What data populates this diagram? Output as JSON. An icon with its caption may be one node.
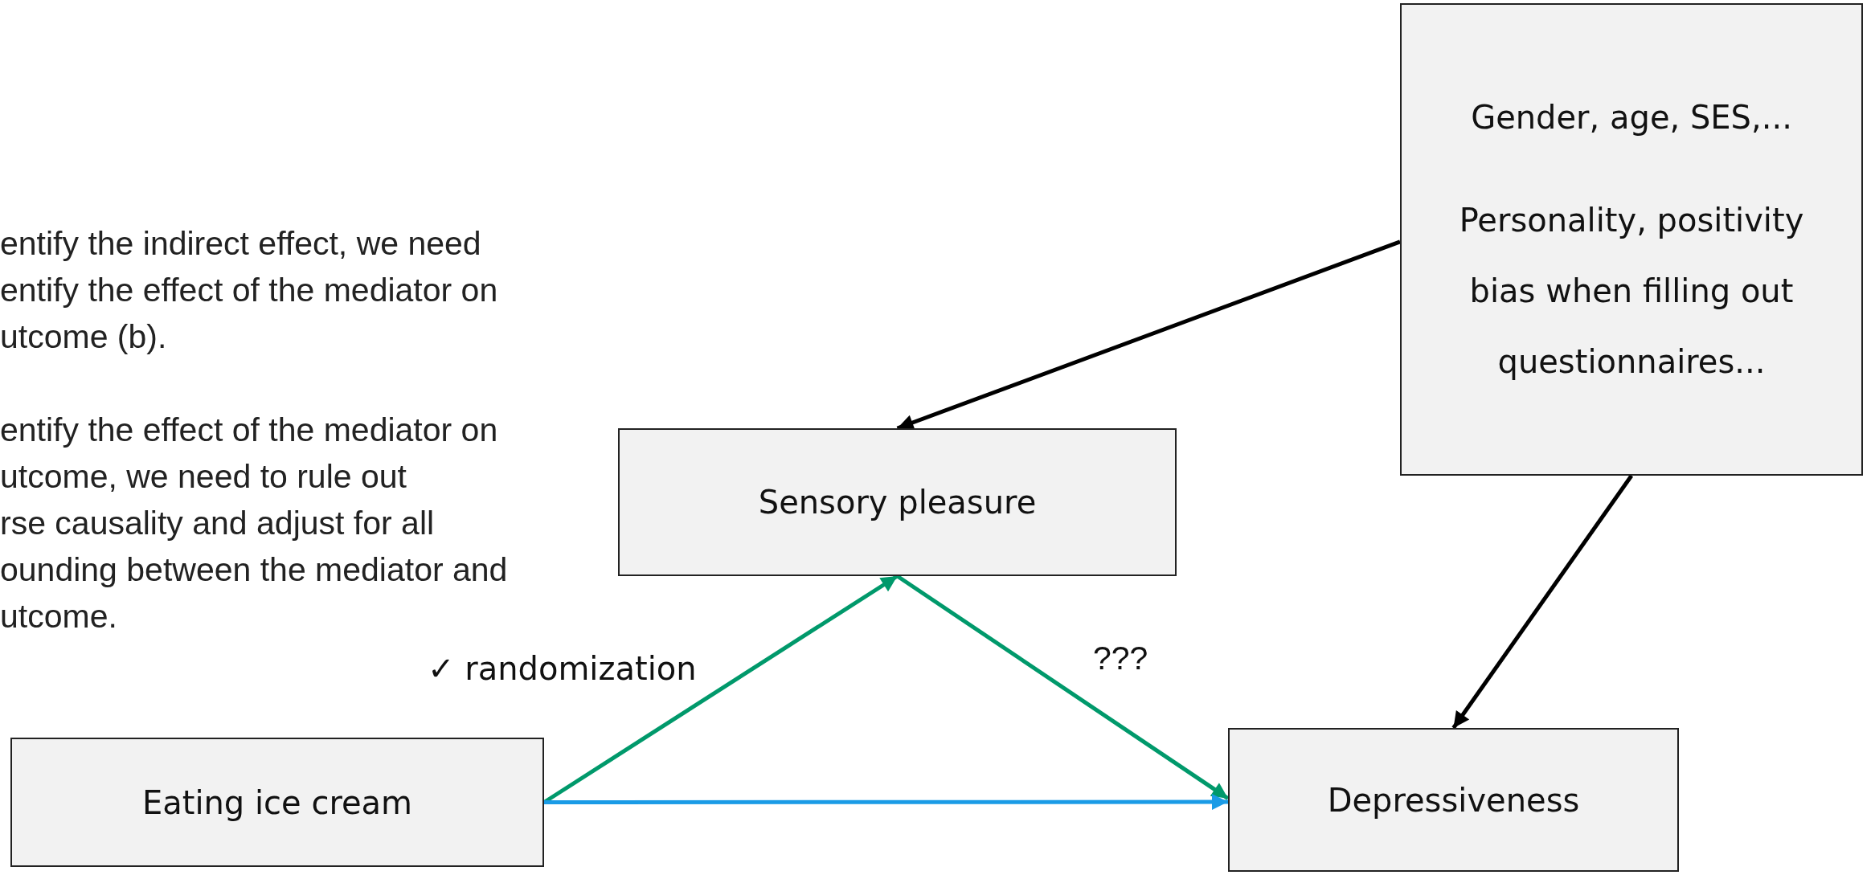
{
  "diagram": {
    "nodes": [
      {
        "text": [
          "Gender, age, SES,...",
          "Personality, positivity bias when filling out questionnaires..."
        ]
      },
      {
        "text": [
          "Sensory pleasure"
        ]
      },
      {
        "text": [
          "Eating ice cream"
        ]
      },
      {
        "text": [
          "Depressiveness"
        ]
      }
    ],
    "edges": [
      {
        "from": 0,
        "to": 1,
        "arrow": "to",
        "color": "#000000"
      },
      {
        "from": 0,
        "to": 3,
        "arrow": "to",
        "color": "#000000"
      },
      {
        "from": 2,
        "to": 1,
        "arrow": "to",
        "color": "#00996b",
        "label": "✓ randomization"
      },
      {
        "from": 1,
        "to": 3,
        "arrow": "to",
        "color": "#00996b",
        "label": "???"
      },
      {
        "from": 2,
        "to": 3,
        "arrow": "to",
        "color": "#1a9be6"
      }
    ],
    "labels": [
      "entify the indirect effect, we need",
      "entify the effect of the mediator on",
      "utcome (b).",
      "entify the effect of the mediator on",
      "utcome, we need to rule out",
      "rse causality and adjust for all",
      "ounding between the mediator and",
      "utcome."
    ]
  }
}
